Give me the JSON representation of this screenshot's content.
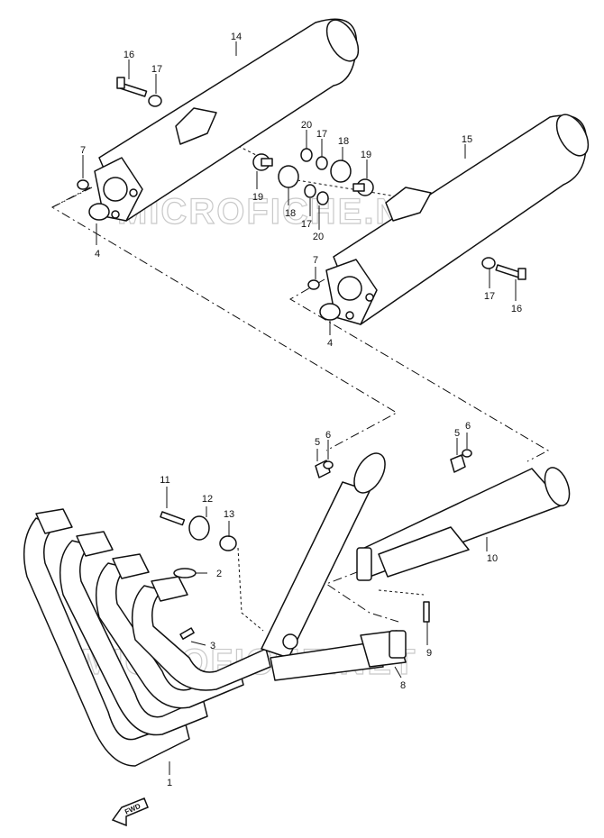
{
  "watermark": "MICROFICHE.NET",
  "direction_label": "FWD",
  "callouts": {
    "c1": "1",
    "c2": "2",
    "c3": "3",
    "c4a": "4",
    "c4b": "4",
    "c5a": "5",
    "c5b": "5",
    "c6a": "6",
    "c6b": "6",
    "c7a": "7",
    "c7b": "7",
    "c8": "8",
    "c9": "9",
    "c10": "10",
    "c11": "11",
    "c12": "12",
    "c13": "13",
    "c14": "14",
    "c15": "15",
    "c16a": "16",
    "c16b": "16",
    "c17a": "17",
    "c17b": "17",
    "c17c": "17",
    "c17d": "17",
    "c18a": "18",
    "c18b": "18",
    "c19a": "19",
    "c19b": "19",
    "c20a": "20",
    "c20b": "20"
  }
}
